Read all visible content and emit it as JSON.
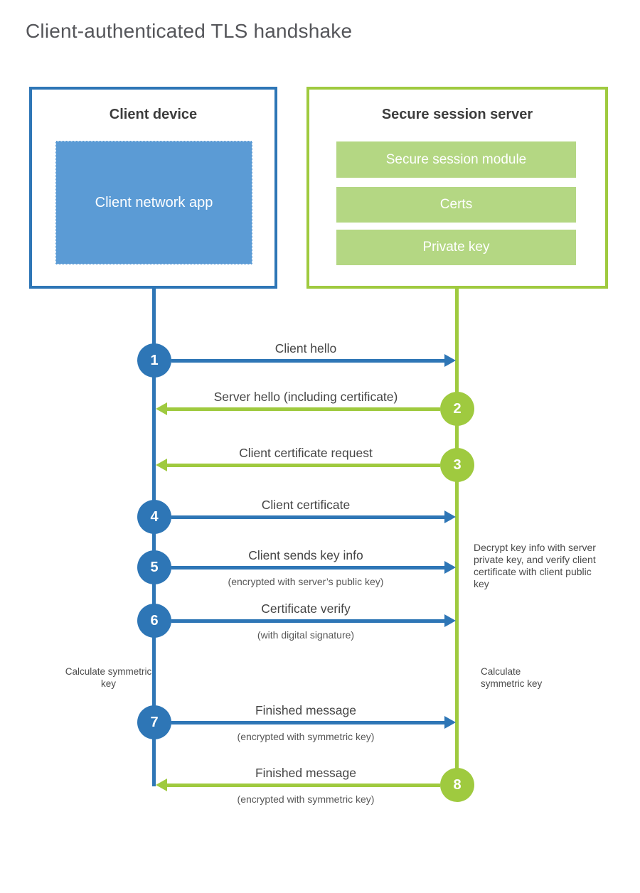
{
  "title": "Client-authenticated TLS handshake",
  "colors": {
    "blue": "#2e76b6",
    "light_blue": "#5b9bd5",
    "green": "#9fca3f",
    "light_green": "#b4d783"
  },
  "client": {
    "title": "Client device",
    "app_label": "Client network app"
  },
  "server": {
    "title": "Secure session server",
    "modules": {
      "module1": "Secure session module",
      "module2": "Certs",
      "module3": "Private key"
    }
  },
  "steps": [
    {
      "number": "1",
      "label": "Client hello",
      "direction": "right",
      "from": "client",
      "to": "server"
    },
    {
      "number": "2",
      "label": "Server hello (including certificate)",
      "direction": "left",
      "from": "server",
      "to": "client"
    },
    {
      "number": "3",
      "label": "Client certificate request",
      "direction": "left",
      "from": "server",
      "to": "client"
    },
    {
      "number": "4",
      "label": "Client certificate",
      "direction": "right",
      "from": "client",
      "to": "server"
    },
    {
      "number": "5",
      "label": "Client sends key info",
      "sublabel": "(encrypted with server’s public key)",
      "direction": "right",
      "from": "client",
      "to": "server"
    },
    {
      "number": "6",
      "label": "Certificate verify",
      "sublabel": "(with digital signature)",
      "direction": "right",
      "from": "client",
      "to": "server"
    },
    {
      "number": "7",
      "label": "Finished message",
      "sublabel": "(encrypted with symmetric key)",
      "direction": "right",
      "from": "client",
      "to": "server"
    },
    {
      "number": "8",
      "label": "Finished message",
      "sublabel": "(encrypted with symmetric key)",
      "direction": "left",
      "from": "server",
      "to": "client"
    }
  ],
  "annotations": {
    "decrypt_note": "Decrypt key info with server private key, and verify client certificate with client public key",
    "calc_left": "Calculate symmetric key",
    "calc_right": "Calculate symmetric key"
  }
}
